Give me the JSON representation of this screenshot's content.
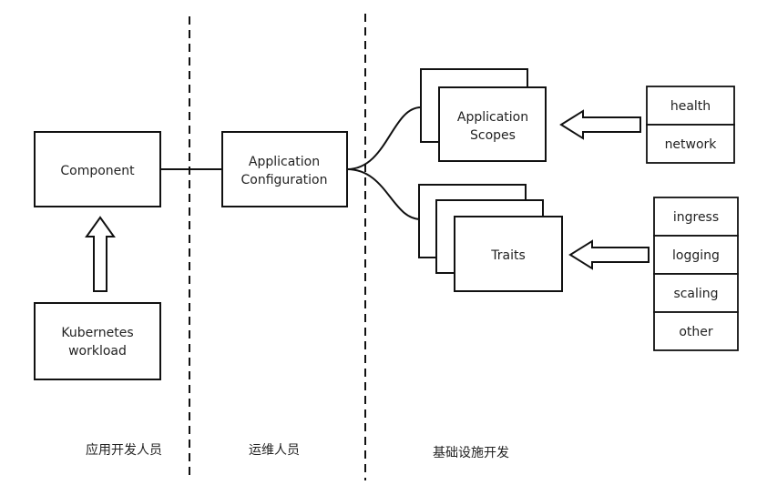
{
  "component": "Component",
  "kubernetes_workload": [
    "Kubernetes",
    "workload"
  ],
  "application_configuration": [
    "Application",
    "Configuration"
  ],
  "application_scopes": [
    "Application",
    "Scopes"
  ],
  "traits": "Traits",
  "scope_items": [
    "health",
    "network"
  ],
  "trait_items": [
    "ingress",
    "logging",
    "scaling",
    "other"
  ],
  "roles": {
    "app_developer": "应用开发人员",
    "operator": "运维人员",
    "infra_developer": "基础设施开发"
  },
  "colors": {
    "stroke": "#111111",
    "text": "#222222",
    "background": "#ffffff"
  }
}
